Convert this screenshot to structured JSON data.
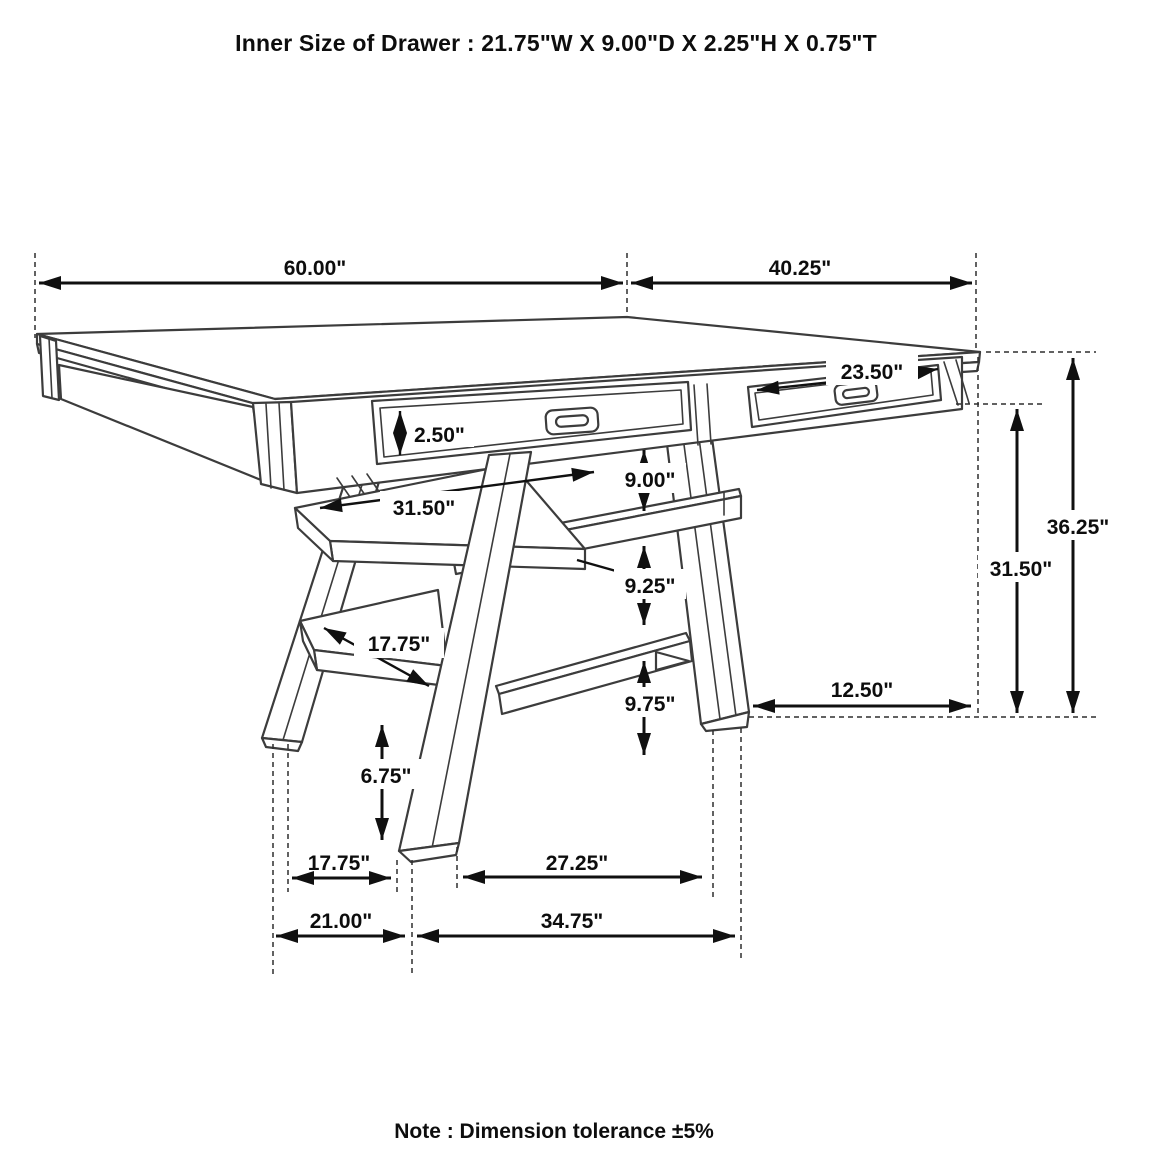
{
  "title": "Inner Size of Drawer : 21.75\"W X 9.00\"D X 2.25\"H X 0.75\"T",
  "note": "Note : Dimension tolerance ±5%",
  "dims": {
    "table_top_width": "60.00\"",
    "table_top_depth": "40.25\"",
    "overall_height": "36.25\"",
    "floor_to_apron_height": "31.50\"",
    "drawer_front_width": "23.50\"",
    "drawer_front_height": "2.50\"",
    "apron_to_upper_stretcher": "9.00\"",
    "upper_to_lower_stretcher": "9.25\"",
    "lower_stretcher_to_floor": "9.75\"",
    "tabletop_side_overhang": "12.50\"",
    "upper_shelf_length": "31.50\"",
    "lower_shelf_length": "17.75\"",
    "lower_shelf_to_floor": "6.75\"",
    "left_feet_inner_span": "17.75\"",
    "left_feet_outer_span": "21.00\"",
    "center_feet_inner_span": "27.25\"",
    "right_feet_outer_span": "34.75\""
  }
}
